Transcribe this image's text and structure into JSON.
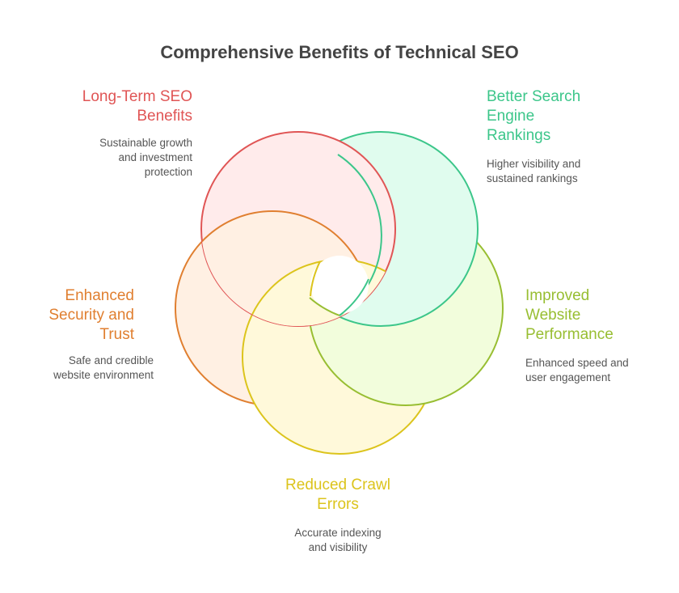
{
  "title": "Comprehensive Benefits of Technical SEO",
  "items": [
    {
      "id": "long-term",
      "label": [
        "Long-Term SEO",
        "Benefits"
      ],
      "desc": [
        "Sustainable growth",
        "and investment",
        "protection"
      ],
      "color": "#E05555",
      "fill": "#FFEBEB"
    },
    {
      "id": "rankings",
      "label": [
        "Better Search",
        "Engine",
        "Rankings"
      ],
      "desc": [
        "Higher visibility and",
        "sustained rankings"
      ],
      "color": "#3CC68A",
      "fill": "#E0FCEE"
    },
    {
      "id": "performance",
      "label": [
        "Improved",
        "Website",
        "Performance"
      ],
      "desc": [
        "Enhanced speed and",
        "user engagement"
      ],
      "color": "#98BE32",
      "fill": "#F2FDDC"
    },
    {
      "id": "crawl",
      "label": [
        "Reduced Crawl",
        "Errors"
      ],
      "desc": [
        "Accurate indexing",
        "and visibility"
      ],
      "color": "#DCC41C",
      "fill": "#FFF9DA"
    },
    {
      "id": "security",
      "label": [
        "Enhanced",
        "Security and",
        "Trust"
      ],
      "desc": [
        "Safe and credible",
        "website environment"
      ],
      "color": "#E07F30",
      "fill": "#FFF0E3"
    }
  ]
}
